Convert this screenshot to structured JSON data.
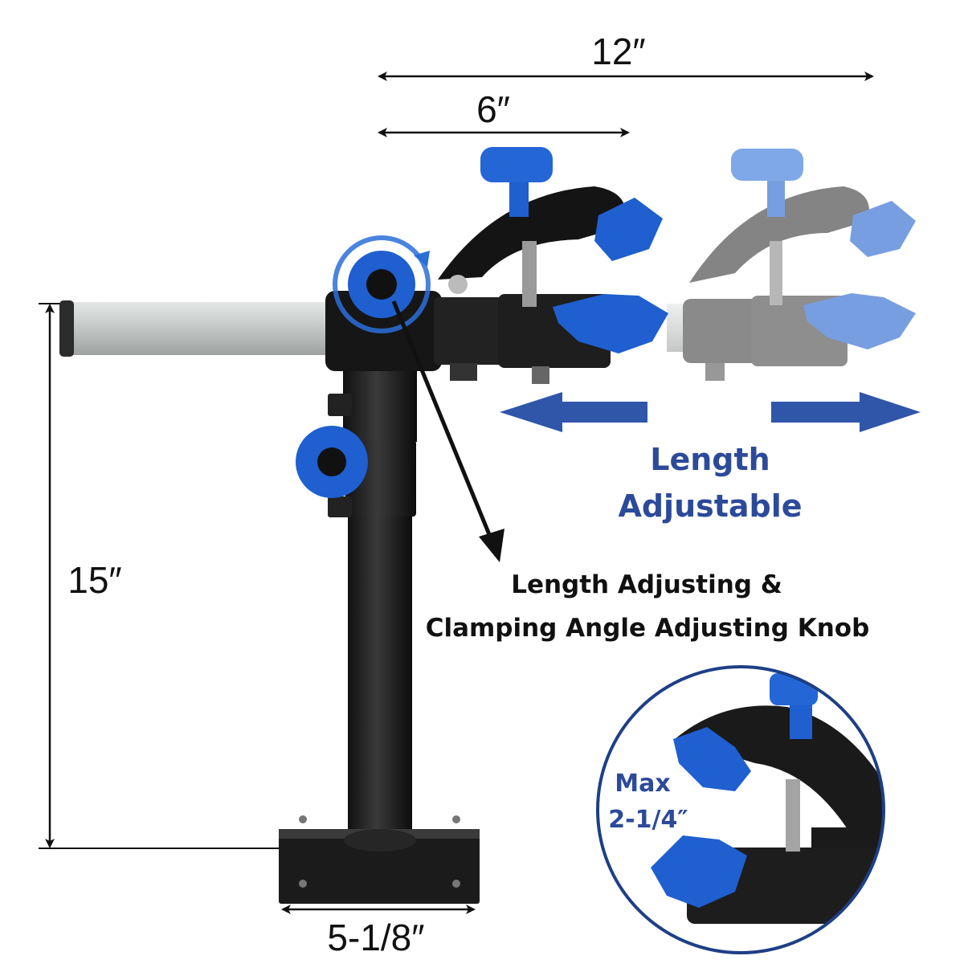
{
  "dimensions": {
    "width_12": "12″",
    "width_6": "6″",
    "height_15": "15″",
    "base_width": "5-1/8″"
  },
  "feature": {
    "line1": "Length",
    "line2": "Adjustable"
  },
  "callout": {
    "line1": "Length Adjusting &",
    "line2": "Clamping Angle Adjusting Knob"
  },
  "inset": {
    "line1": "Max",
    "line2": "2-1/4″"
  },
  "colors": {
    "knob_blue": "#1f5fcf",
    "arrow_blue": "#2f56a8",
    "text_blue": "#2c4a9a",
    "metal_black": "#1a1a1a",
    "tube_grey": "#c9cdcb",
    "inset_ring": "#1e3f86"
  }
}
